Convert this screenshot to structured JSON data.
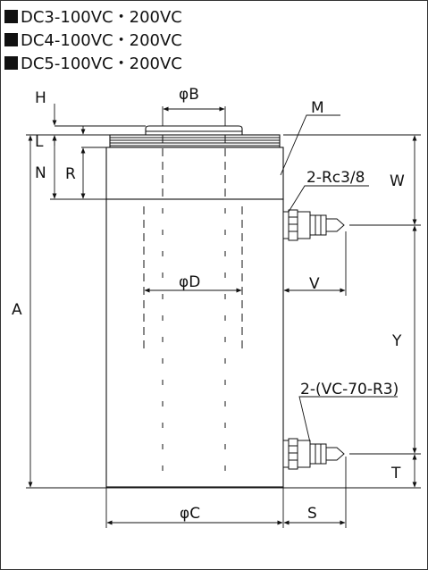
{
  "models": [
    "DC3-100VC・200VC",
    "DC4-100VC・200VC",
    "DC5-100VC・200VC"
  ],
  "labels": {
    "H": "H",
    "L": "L",
    "N": "N",
    "R": "R",
    "A": "A",
    "phiB": "φB",
    "phiD": "φD",
    "phiC": "φC",
    "M": "M",
    "port": "2-Rc3/8",
    "coupler": "2-(VC-70-R3)",
    "W": "W",
    "V": "V",
    "Y": "Y",
    "T": "T",
    "S": "S"
  }
}
